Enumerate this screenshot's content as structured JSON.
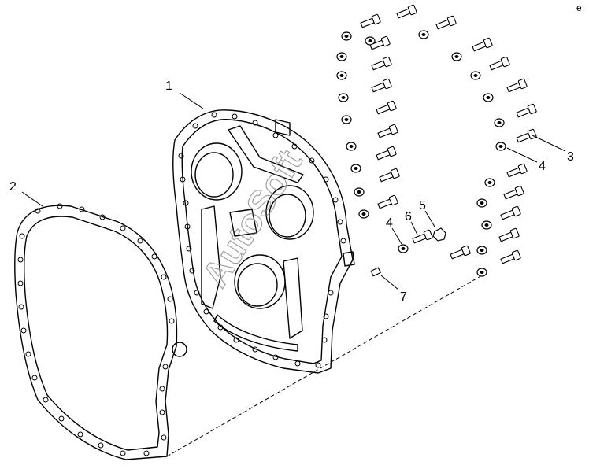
{
  "callouts": [
    {
      "id": "c1",
      "label": "1"
    },
    {
      "id": "c2",
      "label": "2"
    },
    {
      "id": "c3",
      "label": "3"
    },
    {
      "id": "c4a",
      "label": "4"
    },
    {
      "id": "c4b",
      "label": "4"
    },
    {
      "id": "c5",
      "label": "5"
    },
    {
      "id": "c6",
      "label": "6"
    },
    {
      "id": "c7",
      "label": "7"
    }
  ],
  "watermark": "AutoSoft",
  "corner_mark": "e"
}
